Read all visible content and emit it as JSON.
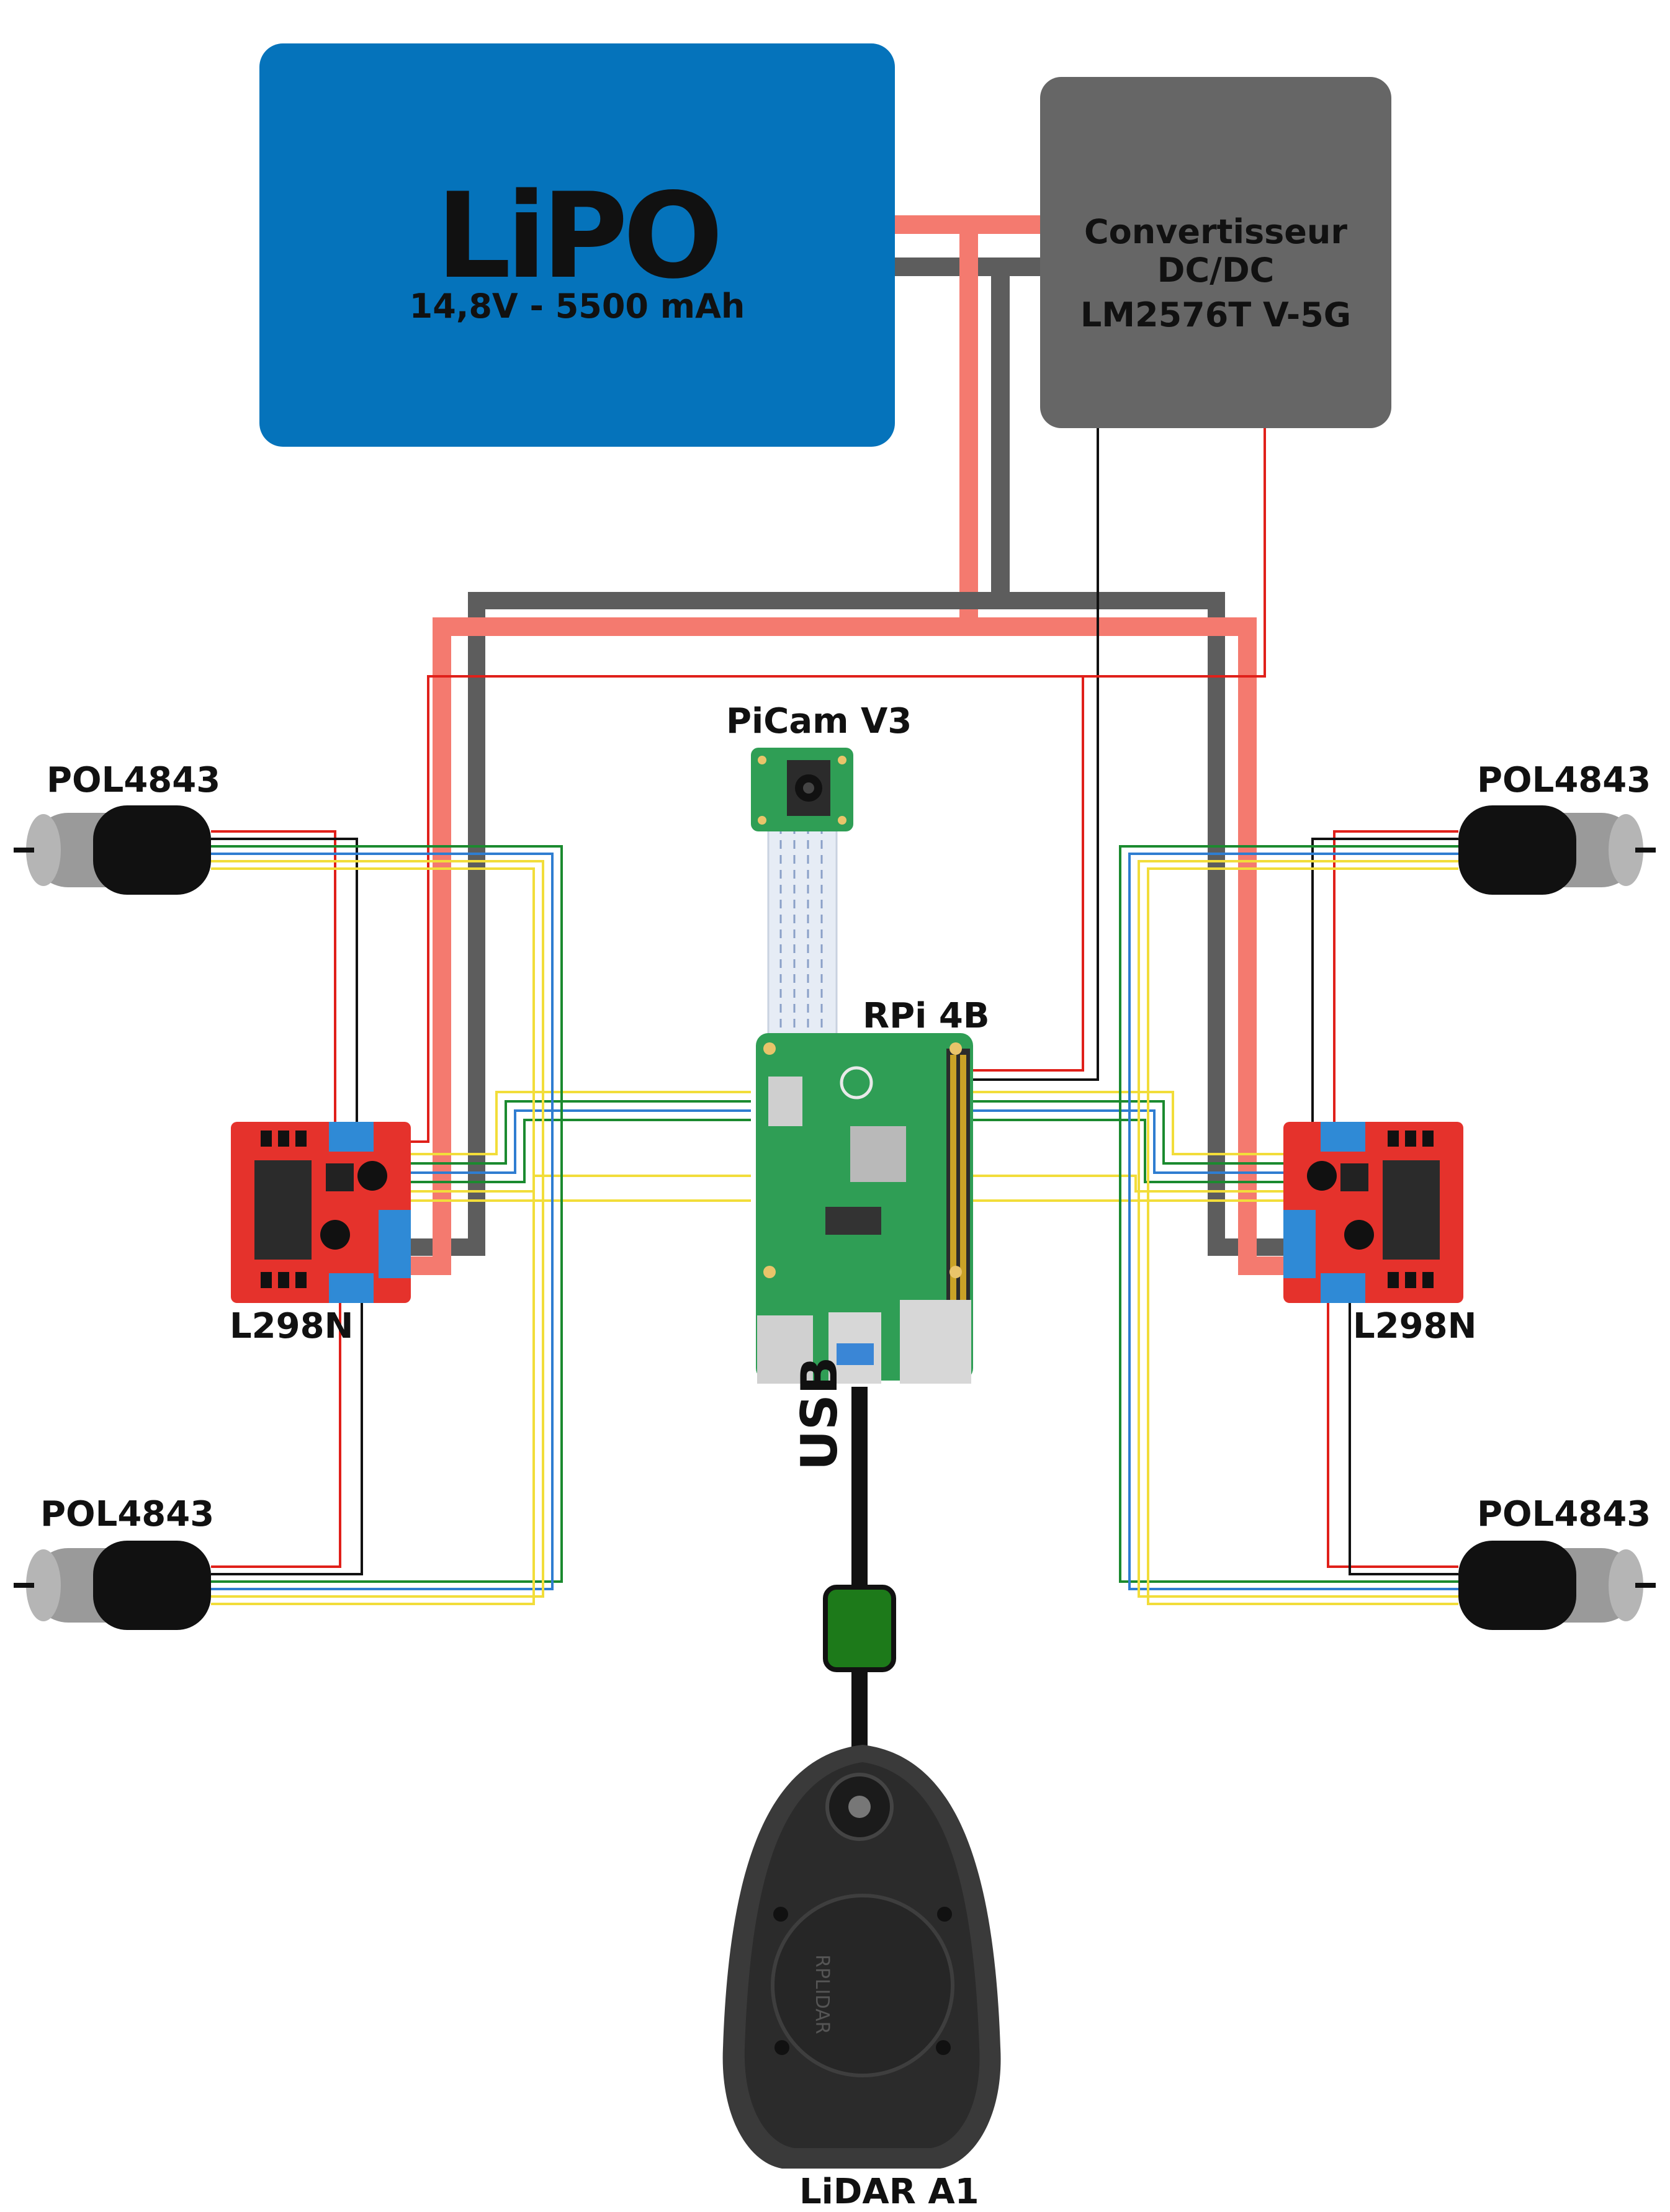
{
  "battery": {
    "name": "LiPO",
    "spec": "14,8V - 5500 mAh"
  },
  "converter": {
    "line1": "Convertisseur",
    "line2": "DC/DC",
    "line3": "LM2576T V-5G"
  },
  "camera": {
    "label": "PiCam V3"
  },
  "controller": {
    "label": "RPi 4B"
  },
  "drivers": {
    "left_label": "L298N",
    "right_label": "L298N"
  },
  "motors": {
    "top_left": "POL4843",
    "top_right": "POL4843",
    "bottom_left": "POL4843",
    "bottom_right": "POL4843"
  },
  "cable": {
    "label": "USB"
  },
  "lidar": {
    "label": "LiDAR A1",
    "brand_text": "RPLIDAR"
  },
  "colors": {
    "battery_blue": "#0573bb",
    "converter_grey": "#666666",
    "power_red": "#f47a6f",
    "ground_grey": "#5d5d5d",
    "driver_red": "#e5322c",
    "pcb_green": "#2f9e55",
    "wire_yellow": "#f2dd3a",
    "wire_blue": "#2f7dd1",
    "wire_green": "#1b8a2f"
  }
}
